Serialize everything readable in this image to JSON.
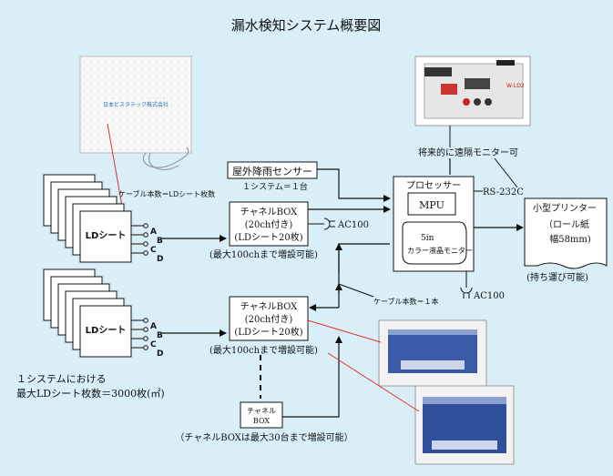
{
  "title": "漏水検知システム概要図",
  "mat_photo_text": "日本ビスタテック株式会社",
  "cable_note_ld": "ケーブル本数＝LDシート枚数",
  "ld_sheet_label": "LDシート",
  "ports": [
    "A",
    "B",
    "C",
    "D"
  ],
  "sensor": {
    "label": "屋外降雨センサー",
    "note": "１システム＝１台"
  },
  "channel_box": {
    "line1": "チャネルBOX",
    "line2": "(20ch付き)",
    "line3": "(LDシート20枚)",
    "note": "(最大100chまで増設可能)"
  },
  "ac100_label": "AC100",
  "processor": {
    "label": "プロセッサー",
    "mpu": "MPU",
    "monitor_size": "5in",
    "monitor_label": "カラー液晶モニター"
  },
  "rs232c": "RS-232C",
  "future_note": "将来的に遠隔モニター可",
  "printer": {
    "title": "小型プリンター",
    "paper1": "（ロール紙",
    "paper2": "幅58mm)",
    "note": "(持ち運び可能)"
  },
  "cable_note_one": "ケーブル本数＝１本",
  "system_note": {
    "line1": "１システムにおける",
    "line2": "最大LDシート枚数＝3000枚(㎡)"
  },
  "small_box": {
    "line1": "チャネル",
    "line2": "BOX"
  },
  "box_max_note": "（チャネルBOXは最大30台まで増設可能）",
  "device_label": "W-LD2",
  "colors": {
    "background": "#d9eef6",
    "line": "#111111",
    "photo_link": "#e03030"
  }
}
